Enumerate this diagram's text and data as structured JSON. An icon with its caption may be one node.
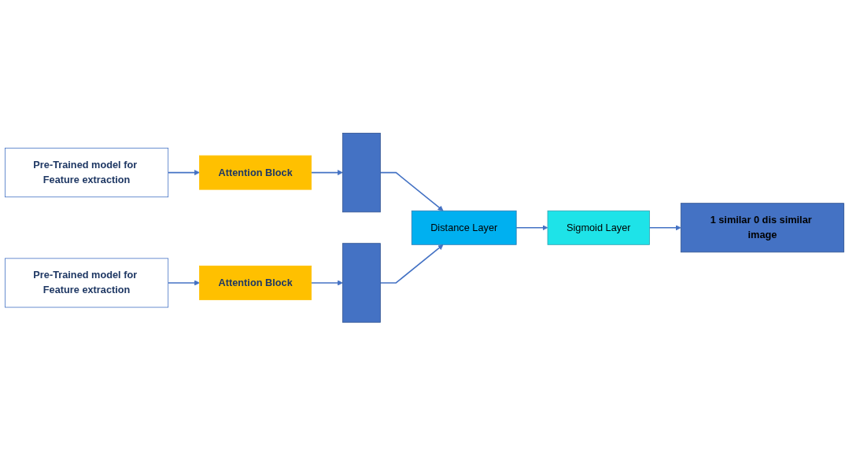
{
  "diagram": {
    "nodes": [
      {
        "text": [
          "Pre-Trained model for Feature extraction"
        ]
      },
      {
        "text": [
          "Pre-Trained model for Feature extraction"
        ]
      },
      {
        "text": [
          "Attention Block"
        ]
      },
      {
        "text": [
          "Attention Block"
        ]
      },
      {
        "text": [],
        "shape": "bar"
      },
      {
        "text": [],
        "shape": "bar"
      },
      {
        "text": [
          "Distance Layer"
        ]
      },
      {
        "text": [
          "Sigmoid Layer"
        ]
      },
      {
        "text": [
          "1 similar 0 dis similar image"
        ]
      }
    ],
    "edges": [
      {
        "from": 0,
        "to": 2,
        "arrow": "to"
      },
      {
        "from": 1,
        "to": 3,
        "arrow": "to"
      },
      {
        "from": 2,
        "to": 4,
        "arrow": "to"
      },
      {
        "from": 3,
        "to": 5,
        "arrow": "to"
      },
      {
        "from": 4,
        "to": 6,
        "arrow": "to"
      },
      {
        "from": 5,
        "to": 6,
        "arrow": "to"
      },
      {
        "from": 6,
        "to": 7,
        "arrow": "to"
      },
      {
        "from": 7,
        "to": 8,
        "arrow": "to"
      }
    ]
  }
}
